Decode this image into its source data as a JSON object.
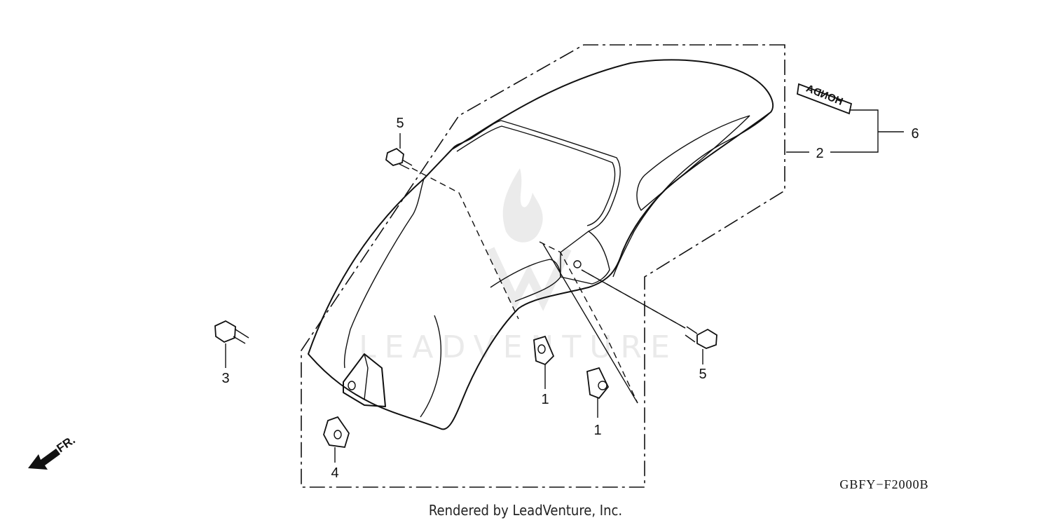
{
  "watermark": {
    "text": "LEADVENTURE"
  },
  "callouts": {
    "c1a": "1",
    "c1b": "1",
    "c2": "2",
    "c3": "3",
    "c4": "4",
    "c5a": "5",
    "c5b": "5",
    "c6": "6"
  },
  "emblem_text": "HONDA",
  "direction_label": "FR.",
  "diagram_code": "GBFY−F2000B",
  "footer": "Rendered by LeadVenture, Inc."
}
